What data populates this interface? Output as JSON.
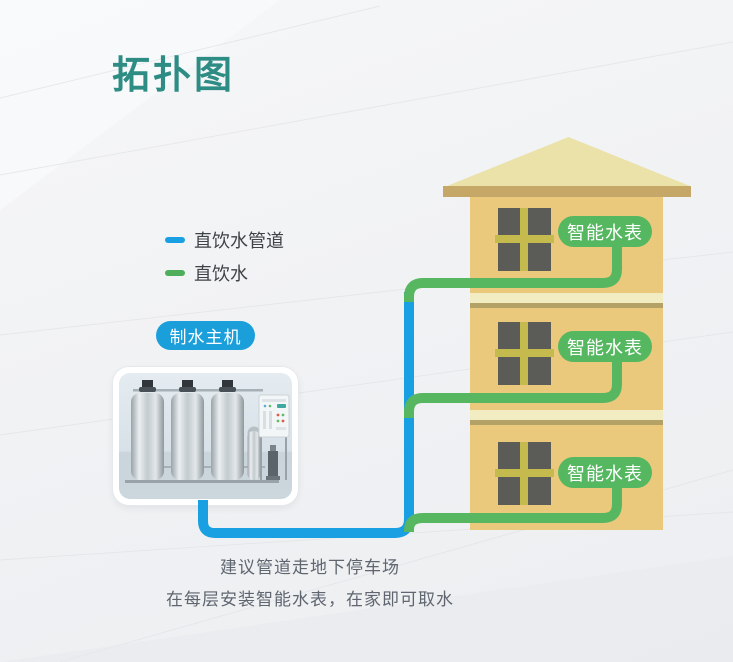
{
  "page": {
    "title": "拓扑图",
    "title_color": "#2D8C83"
  },
  "legend": {
    "items": [
      {
        "name": "drinking-water-pipeline",
        "label": "直饮水管道",
        "color": "#18A0E2"
      },
      {
        "name": "drinking-water",
        "label": "直饮水",
        "color": "#4FAE5C"
      }
    ]
  },
  "machine": {
    "label": "制水主机",
    "label_bg": "#1B9FDB",
    "photo": "water-purification-machine"
  },
  "building": {
    "wall_color": "#EAC87C",
    "roof_color": "#EAE2A9",
    "floors": [
      {
        "meter_label": "智能水表"
      },
      {
        "meter_label": "智能水表"
      },
      {
        "meter_label": "智能水表"
      }
    ],
    "meter_bg": "#55B860"
  },
  "pipes": {
    "pipeline_color": "#18A0E2",
    "water_color": "#57B761"
  },
  "caption": {
    "line1": "建议管道走地下停车场",
    "line2": "在每层安装智能水表，在家即可取水"
  }
}
